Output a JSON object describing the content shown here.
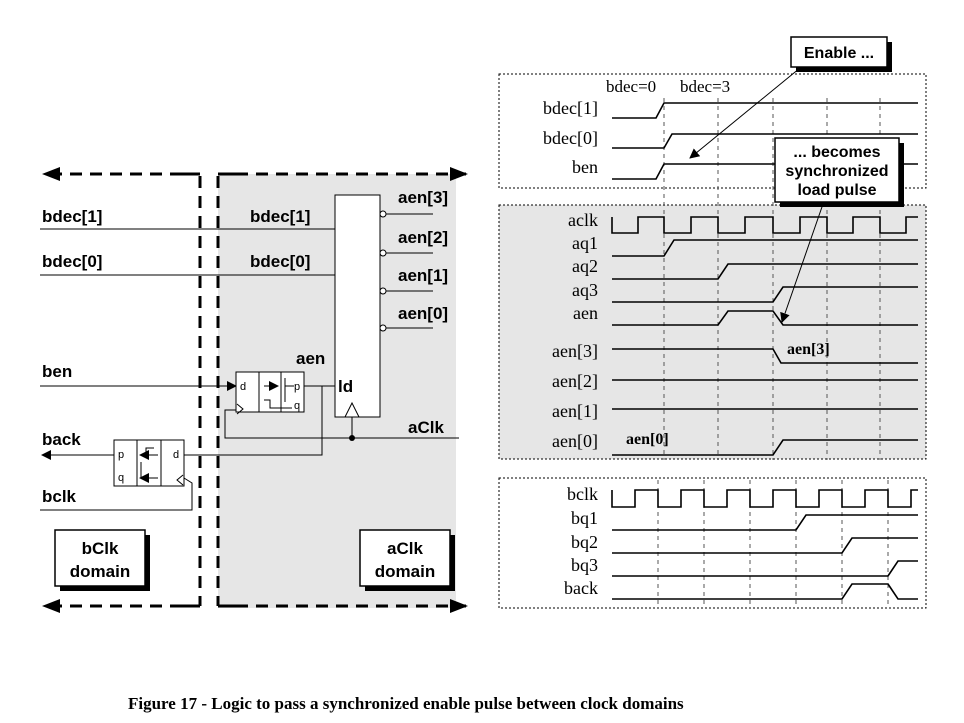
{
  "caption": "Figure 17 - Logic to pass a synchronized enable pulse between clock domains",
  "schematic": {
    "left_inputs": [
      "bdec[1]",
      "bdec[0]",
      "ben",
      "back",
      "bclk"
    ],
    "decoder_inputs": [
      "bdec[1]",
      "bdec[0]"
    ],
    "decoder_outputs": [
      "aen[3]",
      "aen[2]",
      "aen[1]",
      "aen[0]"
    ],
    "decoder_load": "ld",
    "aen_label": "aen",
    "aclk_label": "aClk",
    "ff_pins": {
      "d": "d",
      "p": "p",
      "q": "q"
    },
    "domain_b": [
      "bClk",
      "domain"
    ],
    "domain_a": [
      "aClk",
      "domain"
    ]
  },
  "timing": {
    "top_group": {
      "annotations": [
        "bdec=0",
        "bdec=3"
      ],
      "signals": [
        "bdec[1]",
        "bdec[0]",
        "ben"
      ]
    },
    "middle_group": {
      "signals": [
        "aclk",
        "aq1",
        "aq2",
        "aq3",
        "aen",
        "aen[3]",
        "aen[2]",
        "aen[1]",
        "aen[0]"
      ],
      "inline_labels": [
        "aen[3]",
        "aen[0]"
      ]
    },
    "bottom_group": {
      "signals": [
        "bclk",
        "bq1",
        "bq2",
        "bq3",
        "back"
      ]
    }
  },
  "callouts": {
    "enable": "Enable ...",
    "becomes": [
      "... becomes",
      "synchronized",
      "load pulse"
    ]
  }
}
